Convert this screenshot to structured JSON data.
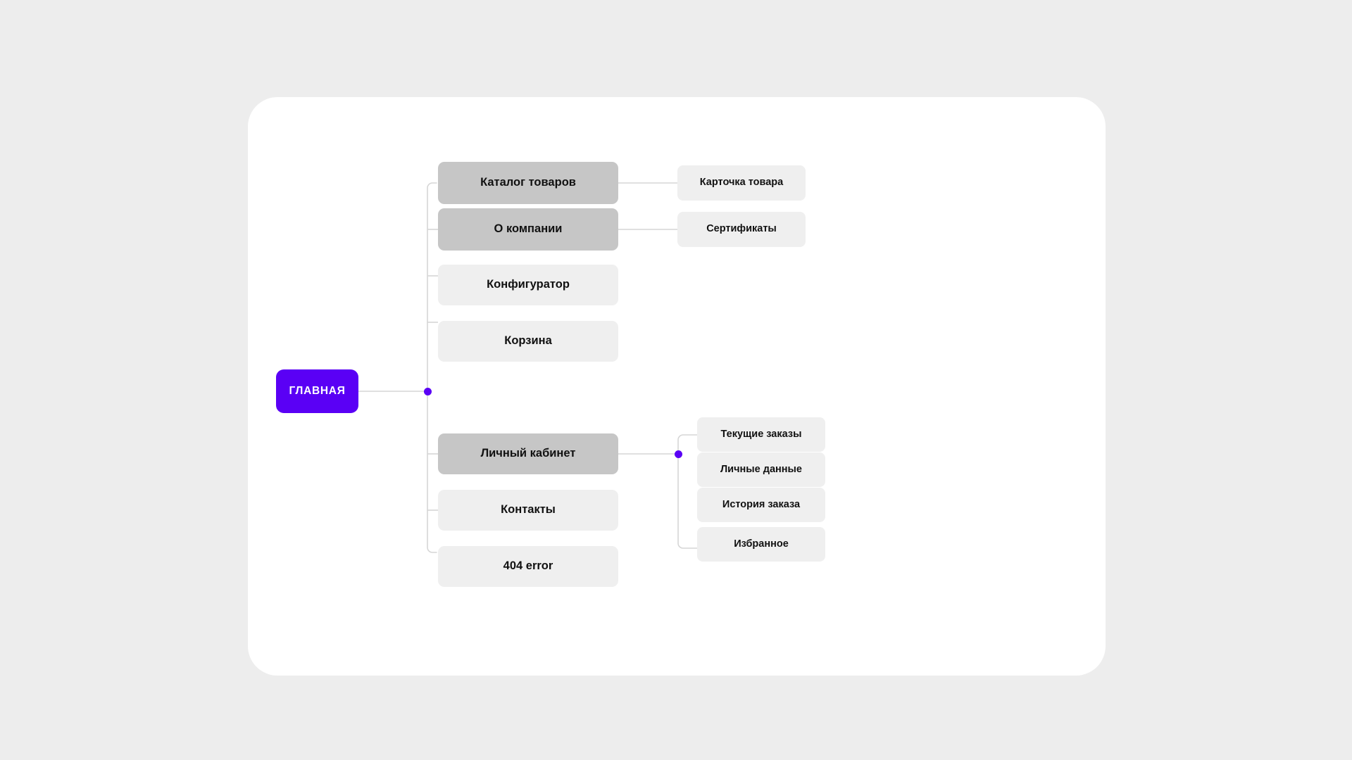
{
  "page": {
    "title": "Site structure map",
    "background_color": "#EDEDED",
    "card_color": "#FFFFFF",
    "accent_color": "#5A00F5",
    "node_dark_color": "#C6C6C6",
    "node_light_color": "#EFEFEF",
    "connector_color": "#D6D6D6"
  },
  "root": {
    "label": "ГЛАВНАЯ"
  },
  "level1": [
    {
      "label": "Каталог товаров",
      "tone": "dark"
    },
    {
      "label": "О компании",
      "tone": "dark"
    },
    {
      "label": "Конфигуратор",
      "tone": "light"
    },
    {
      "label": "Корзина",
      "tone": "light"
    },
    {
      "label": "Личный кабинет",
      "tone": "dark"
    },
    {
      "label": "Контакты",
      "tone": "light"
    },
    {
      "label": "404 error",
      "tone": "light"
    }
  ],
  "level2_catalog": [
    {
      "label": "Карточка товара",
      "tone": "light"
    }
  ],
  "level2_company": [
    {
      "label": "Сертификаты",
      "tone": "light"
    }
  ],
  "level2_account": [
    {
      "label": "Текущие заказы",
      "tone": "light"
    },
    {
      "label": "Личные данные",
      "tone": "light"
    },
    {
      "label": "История заказа",
      "tone": "light"
    },
    {
      "label": "Избранное",
      "tone": "light"
    }
  ]
}
